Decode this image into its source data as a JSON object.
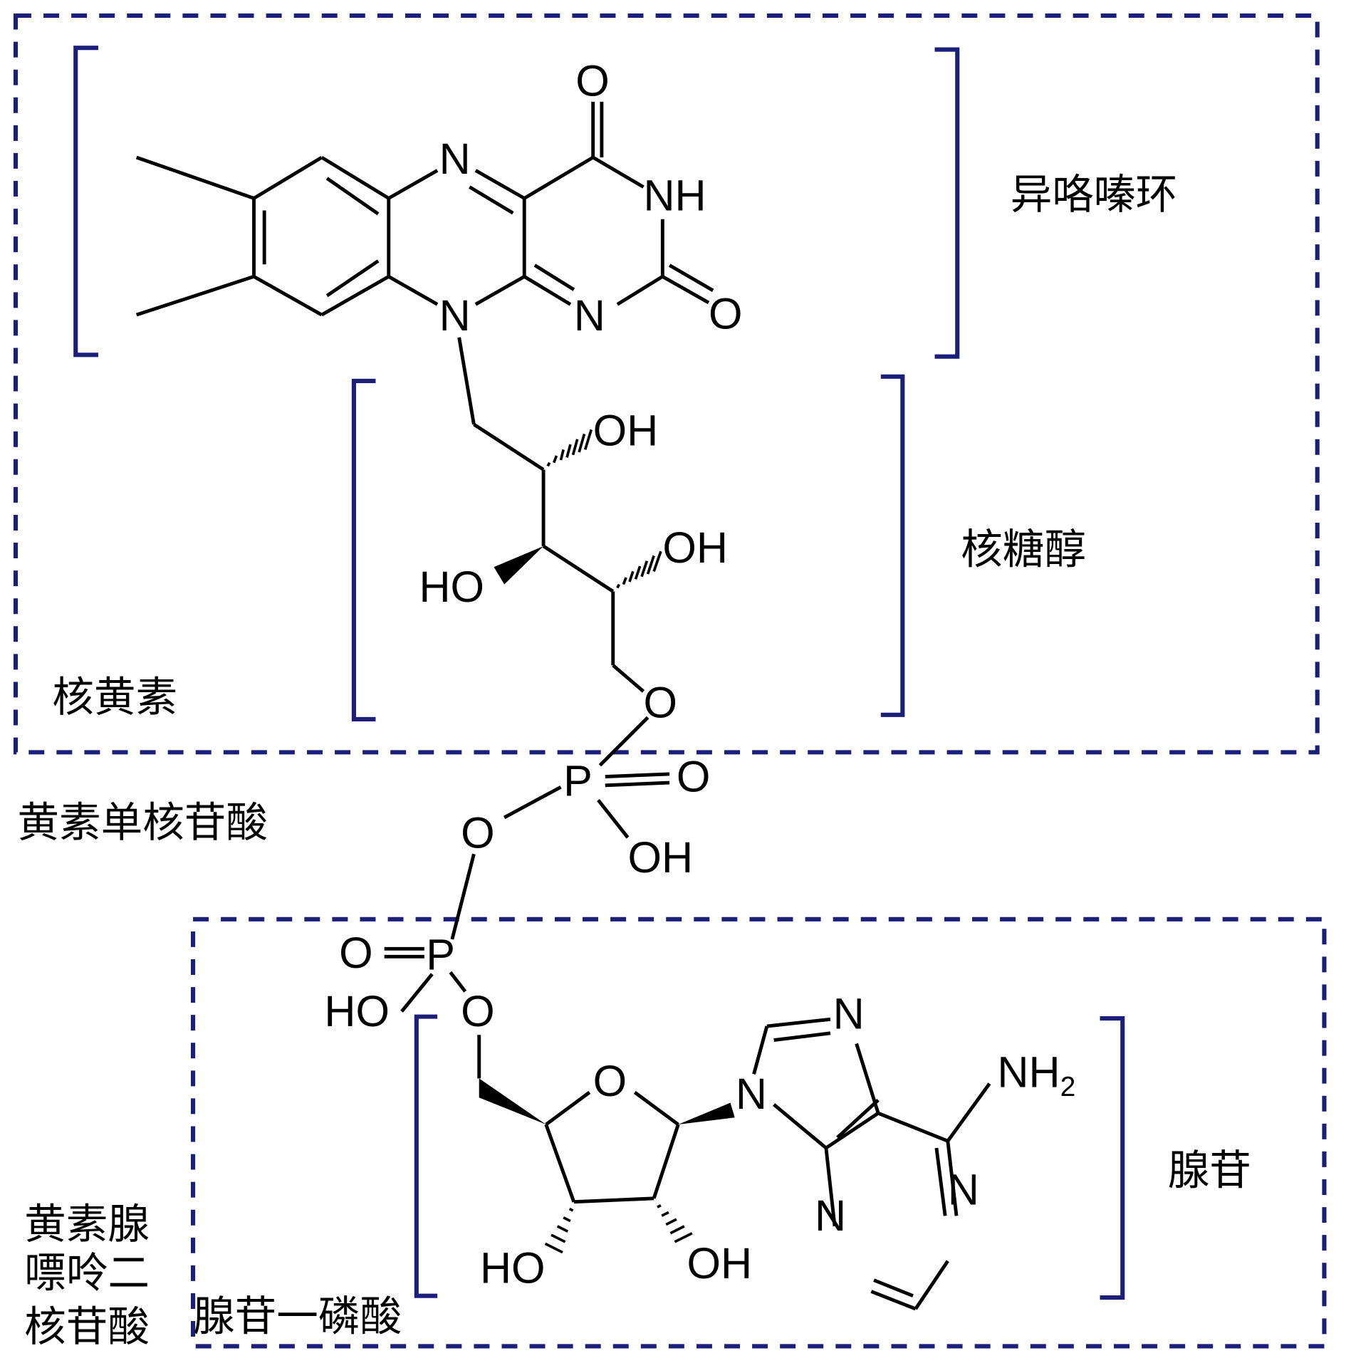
{
  "colors": {
    "frame": "#1b1f7a",
    "bond": "#000000"
  },
  "atoms": {
    "o_top": "O",
    "n5": "N",
    "nh3": "NH",
    "o2": "O",
    "n1": "N",
    "n10": "N",
    "oh_r2": "OH",
    "oh_r4": "OH",
    "ho_r3": "HO",
    "o_r5": "O",
    "p1": "P",
    "p1_o": "O",
    "p1_oh": "OH",
    "o_bridge": "O",
    "p2": "P",
    "p2_o": "O",
    "p2_ho": "HO",
    "o5p": "O",
    "o_ring": "O",
    "ho_2p": "HO",
    "oh_3p": "OH",
    "n9": "N",
    "n7": "N",
    "nh2": "NH",
    "nh2_sub": "2",
    "n1a": "N",
    "n3a": "N"
  },
  "labels": {
    "isoalloxazine": "异咯嗪环",
    "ribitol": "核糖醇",
    "riboflavin": "核黄素",
    "fmn": "黄素单核苷酸",
    "fad_line1": "黄素腺",
    "fad_line2": "嘌呤二",
    "fad_line3": "核苷酸",
    "amp": "腺苷一磷酸",
    "adenosine": "腺苷"
  }
}
